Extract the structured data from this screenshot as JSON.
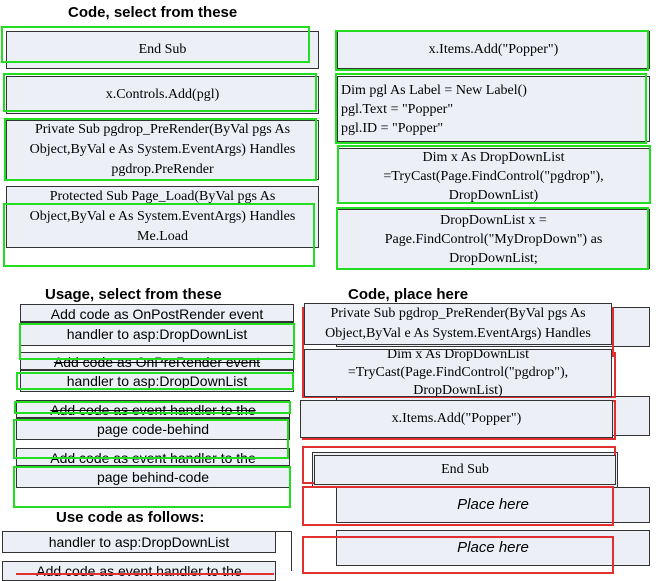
{
  "headers": {
    "code_select": "Code, select from these",
    "usage_select": "Usage, select from these",
    "code_place": "Code, place here",
    "use_code": "Use code as follows:"
  },
  "code_pool": [
    "End Sub",
    "x.Items.Add(\"Popper\")",
    "x.Controls.Add(pgl)",
    "Dim pgl As Label = New Label()\npgl.Text = \"Popper\"\npgl.ID = \"Popper\"",
    "Private Sub pgdrop_PreRender(ByVal pgs As Object,ByVal e As System.EventArgs) Handles pgdrop.PreRender",
    "Dim x As DropDownList =TryCast(Page.FindControl(\"pgdrop\"), DropDownList)",
    "Protected Sub Page_Load(ByVal pgs As Object,ByVal e As System.EventArgs) Handles Me.Load",
    "DropDownList x = Page.FindControl(\"MyDropDown\") as DropDownList;"
  ],
  "usage_pool": [
    "Add code as OnPostRender event",
    "handler to asp:DropDownList",
    "Add code as OnPreRender event",
    "handler to asp:DropDownList",
    "Add code as event handler to the",
    "page code-behind",
    "Add code as event handler to the",
    "page behind-code"
  ],
  "placed": {
    "slot1": "Private Sub pgdrop_PreRender(ByVal pgs As Object,ByVal e As System.EventArgs) Handles pgdrop.PreRender",
    "slot2": "Dim x As DropDownList =TryCast(Page.FindControl(\"pgdrop\"), DropDownList)",
    "slot3": "x.Items.Add(\"Popper\")",
    "slot4": "End Sub",
    "slot5": "Place here",
    "slot6": "Place here"
  },
  "use_as": {
    "line1": "handler to asp:DropDownList",
    "line2": "Add code as event handler to the"
  },
  "colors": {
    "highlight": "#22dd22",
    "drop_target": "#e03030",
    "card_bg": "#eceff6"
  }
}
